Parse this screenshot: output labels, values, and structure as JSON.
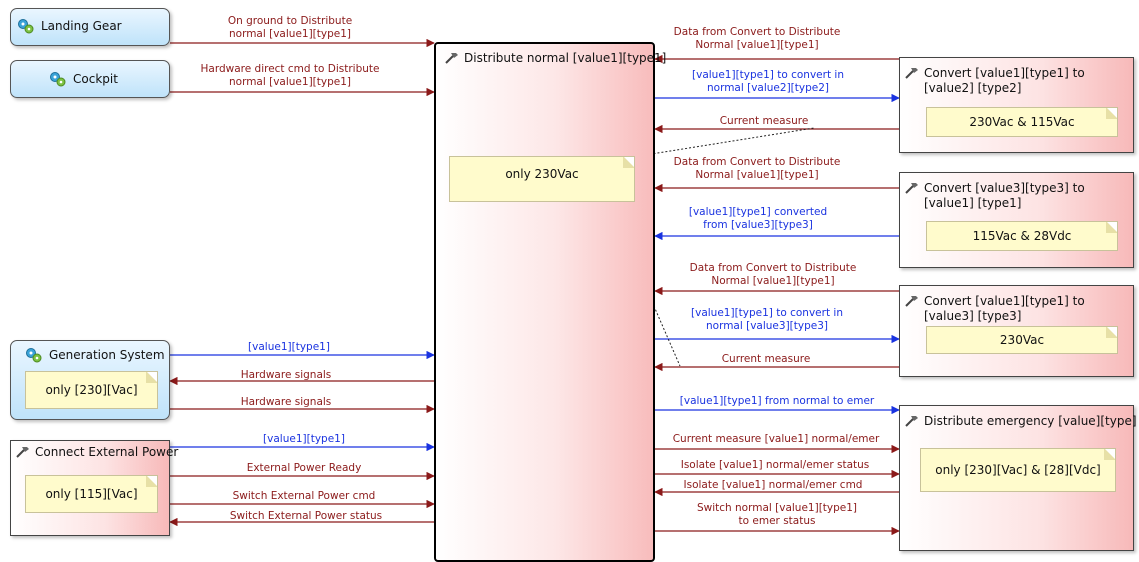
{
  "blocks": {
    "landing_gear": "Landing Gear",
    "cockpit": "Cockpit",
    "generation_system": "Generation System",
    "connect_external_power": "Connect External Power",
    "distribute_normal": "Distribute normal [value1][type1]",
    "convert_1_2": "Convert [value1][type1] to [value2] [type2]",
    "convert_3_1": "Convert [value3][type3] to [value1] [type1]",
    "convert_1_3": "Convert [value1][type1] to [value3] [type3]",
    "distribute_emergency": "Distribute emergency [value][type]"
  },
  "notes": {
    "convert_1_2": "230Vac & 115Vac",
    "convert_3_1": "115Vac & 28Vdc",
    "convert_1_3": "230Vac",
    "distribute_emergency": "only [230][Vac] & [28][Vdc]",
    "distribute_normal": "only 230Vac",
    "generation_system": "only [230][Vac]",
    "connect_external_power": "only [115][Vac]"
  },
  "flows": {
    "lg_to_dist": [
      "On ground to Distribute",
      "normal [value1][type1]"
    ],
    "cockpit_to_dist": [
      "Hardware direct cmd to Distribute",
      "normal [value1][type1]"
    ],
    "gen_value": "[value1][type1]",
    "gen_hw_signals_in": "Hardware signals",
    "gen_hw_signals_out": "Hardware signals",
    "ext_value": "[value1][type1]",
    "ext_ready": "External Power Ready",
    "ext_switch_cmd": "Switch External Power cmd",
    "ext_switch_status": "Switch External Power status",
    "c12_data": [
      "Data from Convert to Distribute",
      "Normal [value1][type1]"
    ],
    "c12_to_convert": [
      "[value1][type1] to convert in",
      "normal [value2][type2]"
    ],
    "c12_current": "Current measure",
    "c31_data": [
      "Data from Convert to Distribute",
      "Normal [value1][type1]"
    ],
    "c31_converted": [
      "[value1][type1] converted",
      "from [value3][type3]"
    ],
    "c13_data": [
      "Data from Convert to Distribute",
      "Normal [value1][type1]"
    ],
    "c13_to_convert": [
      "[value1][type1] to convert in",
      "normal [value3][type3]"
    ],
    "c13_current": "Current measure",
    "em_from_normal": "[value1][type1] from normal to emer",
    "em_current": "Current measure [value1] normal/emer",
    "em_isolate_status": "Isolate [value1] normal/emer status",
    "em_isolate_cmd": "Isolate [value1] normal/emer cmd",
    "em_switch_status": [
      "Switch normal [value1][type1]",
      "to emer status"
    ]
  },
  "colors": {
    "red_flow": "#8b1a1a",
    "blue_flow": "#1a33e0",
    "note_fill": "#fffbcc",
    "actor_fill": "#bfe3fa",
    "function_fill": "#f7b9b9"
  },
  "icons": {
    "actor": "gear-cluster-icon",
    "function": "hammer-icon"
  }
}
